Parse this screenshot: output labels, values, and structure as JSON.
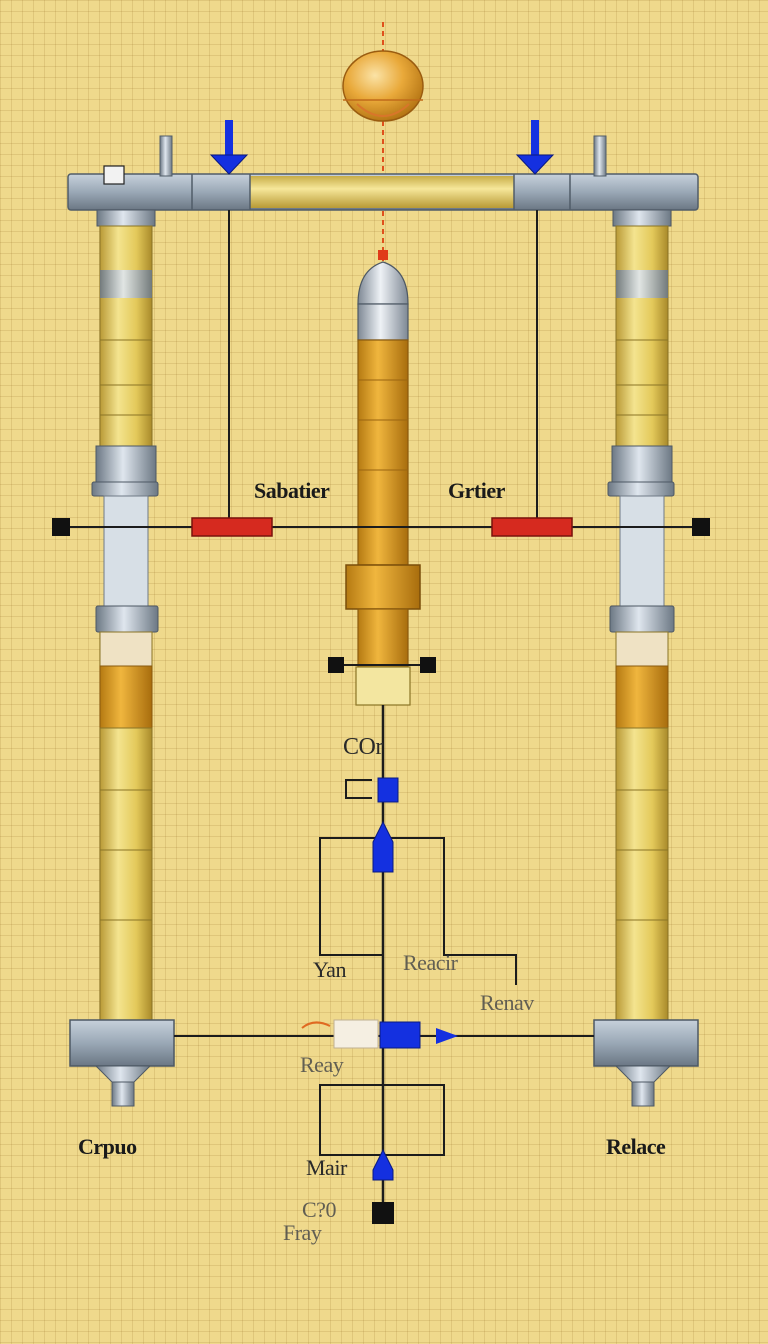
{
  "labels": {
    "header_box": "⊐",
    "sabatier": "Sabatier",
    "grtier": "Grtier",
    "co_top": "COr",
    "yan": "Yan",
    "reacir": "Reacir",
    "renav": "Renav",
    "reay": "Reay",
    "crpuo": "Crpuo",
    "relace": "Relace",
    "mair": "Mair",
    "co_bottom": "C?0",
    "fray": "Fray"
  },
  "colors": {
    "background": "#efd98c",
    "pipe_yellow": "#e9d36a",
    "column_orange": "#d99a22",
    "steel": "#9aa8b6",
    "valve_red": "#d62a1f",
    "flow_blue": "#1430e0",
    "line": "#1c1c1c"
  },
  "icons": {
    "top_sphere": "sphere-vessel-icon",
    "inlet_arrows": "down-arrow-icon",
    "flow_arrows": "up-arrow-icon"
  }
}
